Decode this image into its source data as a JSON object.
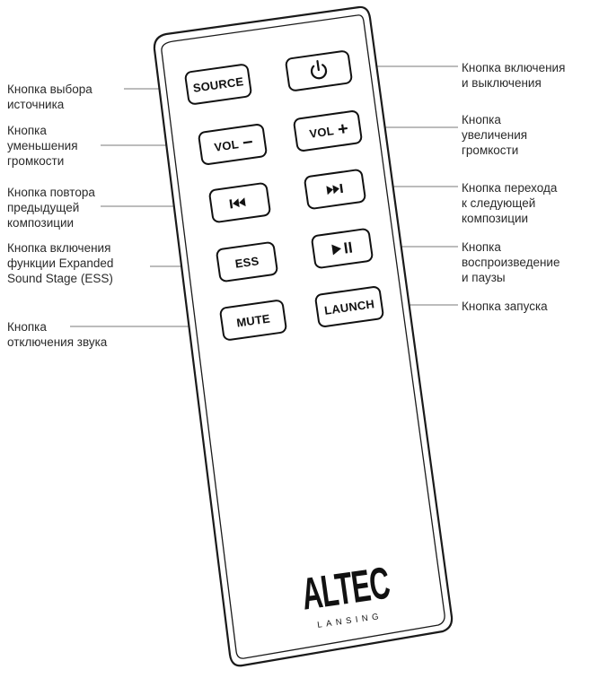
{
  "remote": {
    "buttons": {
      "source": "SOURCE",
      "vol_minus": "VOL",
      "vol_plus": "VOL",
      "ess": "ESS",
      "mute": "MUTE",
      "launch": "LAUNCH"
    },
    "icons": {
      "power": "power-icon",
      "vol_minus": "minus-icon",
      "vol_plus": "plus-icon",
      "previous": "previous-track-icon",
      "next": "next-track-icon",
      "play_pause": "play-pause-icon"
    },
    "logo": {
      "brand": "ALTEC",
      "sub": "LANSING"
    }
  },
  "callouts": {
    "source": "Кнопка выбора\nисточника",
    "vol_down": "Кнопка\nуменьшения\nгромкости",
    "previous": "Кнопка повтора\nпредыдущей\nкомпозиции",
    "ess": "Кнопка включения\nфункции Expanded\nSound Stage (ESS)",
    "mute": "Кнопка\nотключения звука",
    "power": "Кнопка включения\nи выключения",
    "vol_up": "Кнопка\nувеличения\nгромкости",
    "next": "Кнопка перехода\nк следующей\nкомпозиции",
    "play_pause": "Кнопка\nвоспроизведение\nи паузы",
    "launch": "Кнопка запуска"
  },
  "colors": {
    "outline": "#1a1a1a",
    "leader": "#7a7a7a",
    "text": "#2a2a2a"
  }
}
